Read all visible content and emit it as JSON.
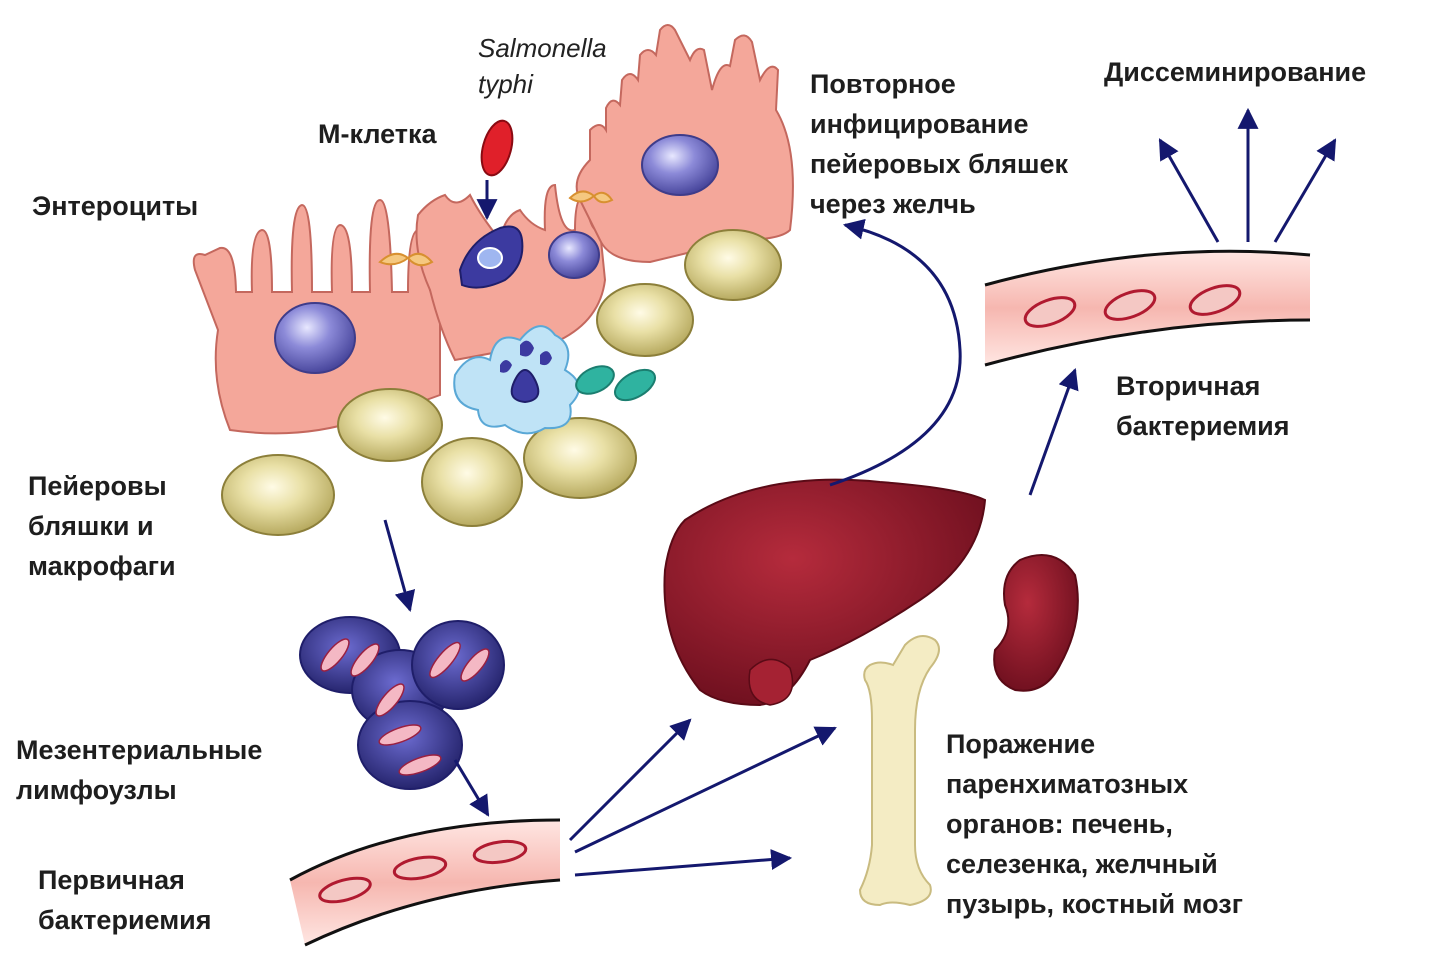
{
  "labels": {
    "salmonella": [
      "Salmonella",
      "typhi"
    ],
    "m_cell": "М-клетка",
    "enterocytes": "Энтероциты",
    "reinfection": [
      "Повторное",
      "инфицирование",
      "пейеровых бляшек",
      "через желчь"
    ],
    "dissemination": "Диссеминирование",
    "secondary_bacteremia": [
      "Вторичная",
      "бактериемия"
    ],
    "peyer_patches": [
      "Пейеровы",
      "бляшки и",
      "макрофаги"
    ],
    "mesenteric_nodes": [
      "Мезентериальные",
      "лимфоузлы"
    ],
    "primary_bacteremia": [
      "Первичная",
      "бактериемия"
    ],
    "organ_damage": [
      "Поражение",
      "паренхиматозных",
      "органов: печень,",
      "селезенка, желчный",
      "пузырь, костный мозг"
    ]
  },
  "icons": [
    "enterocyte-icon",
    "m-cell-icon",
    "bacterium-icon",
    "macrophage-icon",
    "lymph-node-icon",
    "blood-vessel-icon",
    "liver-icon",
    "spleen-icon",
    "bone-icon"
  ],
  "colors": {
    "enterocyte": "#f4a79a",
    "nucleus": "#7a78c8",
    "bacterium": "#e0202a",
    "peyer_cell": "#d9cf8c",
    "lymph_node": "#3b3a9a",
    "vessel": "#f6c3bd",
    "liver": "#8e1a2a",
    "bone": "#f4ecc4",
    "arrow": "#14186e"
  }
}
